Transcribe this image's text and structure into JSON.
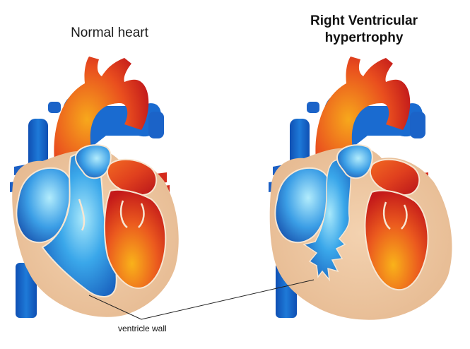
{
  "left_title": "Normal heart",
  "right_title_line1": "Right Ventricular",
  "right_title_line2": "hypertrophy",
  "annotation_label": "ventricle wall",
  "colors": {
    "blue_vessel": "#1565c8",
    "red_vessel": "#d42a1c",
    "orange_core": "#f5a21a",
    "muscle_wall": "#ecc39c",
    "blood_light": "#7fd6f5",
    "valve_line": "#f7e6d2"
  }
}
